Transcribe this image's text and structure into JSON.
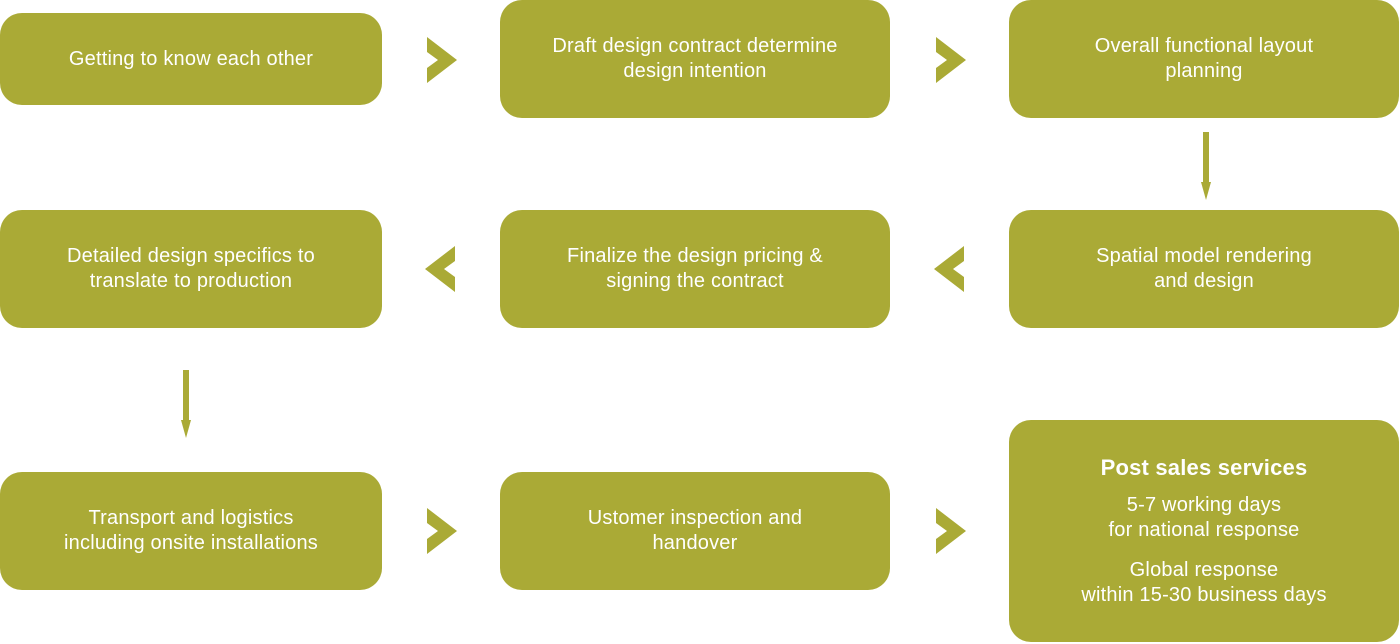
{
  "colors": {
    "accent": "#aaaa36",
    "text": "#ffffff"
  },
  "steps": [
    {
      "label": "Getting to know each other"
    },
    {
      "label": "Draft design contract determine\ndesign intention"
    },
    {
      "label": "Overall functional layout\nplanning"
    },
    {
      "label": "Detailed design specifics to\ntranslate to production"
    },
    {
      "label": "Finalize the design pricing &\nsigning the contract"
    },
    {
      "label": "Spatial model rendering\nand design"
    },
    {
      "label": "Transport and logistics\nincluding onsite installations"
    },
    {
      "label": "Ustomer inspection and\nhandover"
    }
  ],
  "post_sales": {
    "title": "Post sales services",
    "line1": "5-7 working days\nfor national response",
    "line2": "Global response\nwithin 15-30 business days"
  },
  "icons": {
    "right": "chevron-right-icon",
    "left": "chevron-left-icon",
    "down": "arrow-down-icon"
  }
}
